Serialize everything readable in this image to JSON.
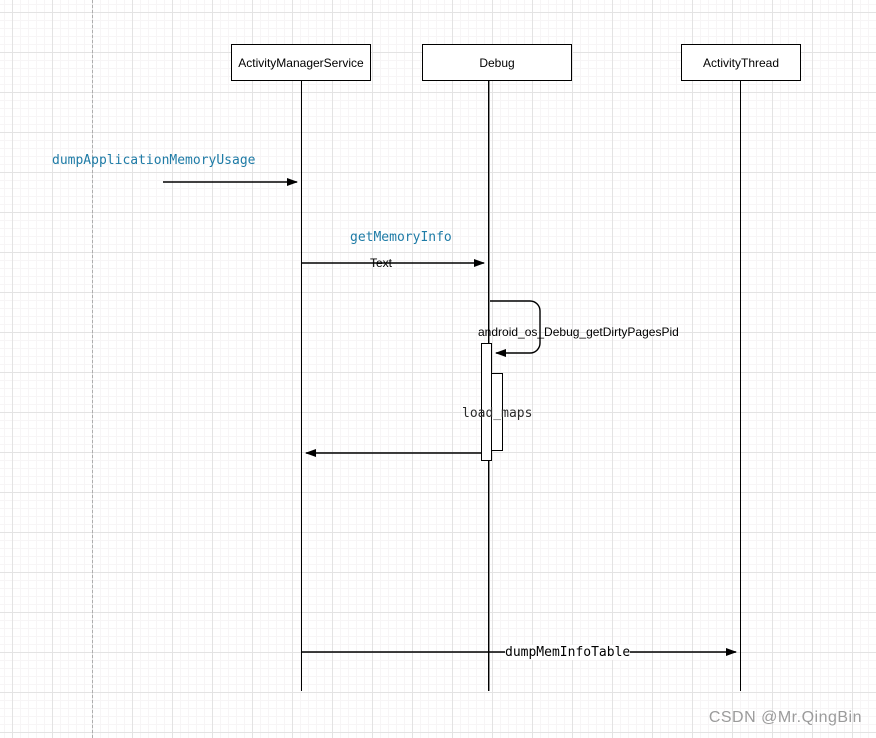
{
  "diagram": {
    "actors": [
      {
        "label": "ActivityManagerService"
      },
      {
        "label": "Debug"
      },
      {
        "label": "ActivityThread"
      }
    ],
    "messages": {
      "dump_application_memory_usage": "dumpApplicationMemoryUsage",
      "get_memory_info": "getMemoryInfo",
      "get_memory_info_sublabel": "Text",
      "self_call": "android_os_Debug_getDirtyPagesPid",
      "load_maps": "load_maps",
      "dump_mem_info_table": "dumpMemInfoTable"
    },
    "colors": {
      "method_label": "#1E7BA6",
      "line": "#000000",
      "watermark": "#9B9B9B"
    }
  },
  "watermark": "CSDN @Mr.QingBin"
}
